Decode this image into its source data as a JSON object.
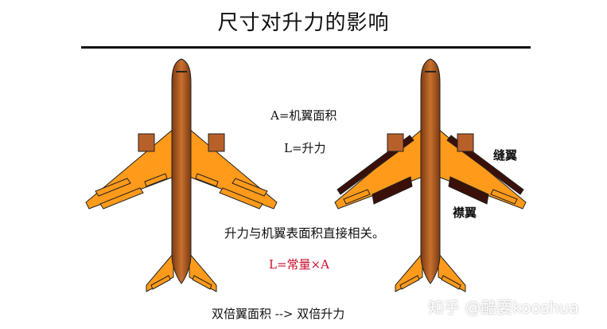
{
  "title": "尺寸对升力的影响",
  "labels": {
    "area_def": "A=机翼面积",
    "lift_def": "L=升力",
    "relation": "升力与机翼表面积直接相关。",
    "formula": "L=常量×A",
    "conclusion": "双倍翼面积 --> 双倍升力",
    "slat": "缝翼",
    "flap": "襟翼"
  },
  "watermark": "知乎 @酷耍kooshua",
  "colors": {
    "wing_orange": "#ff9a1a",
    "fuselage_brown": "#b8602a",
    "outline": "#222222",
    "formula_red": "#c8102e",
    "slat_flap_dark": "#3a1008"
  },
  "icons": [
    "airplane-small-wing",
    "airplane-with-slats-flaps"
  ]
}
